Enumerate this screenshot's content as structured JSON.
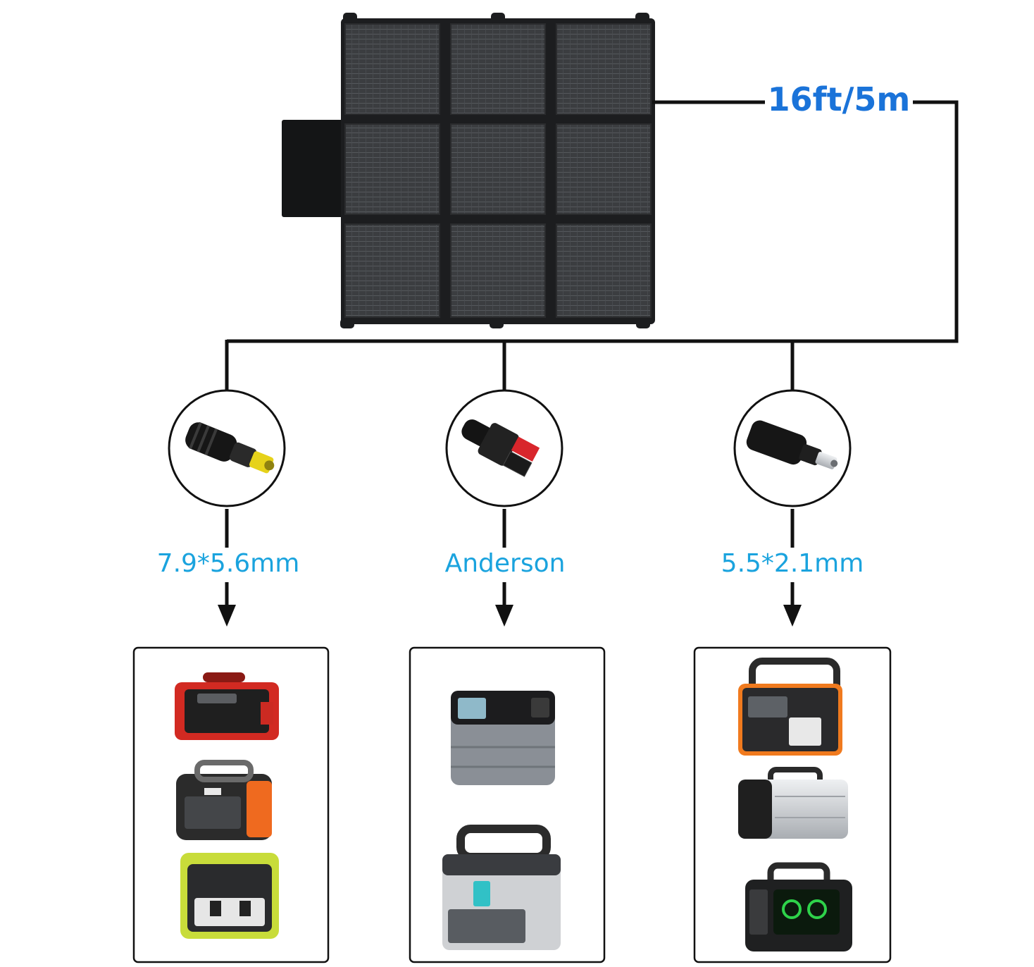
{
  "cable": {
    "length_label": "16ft/5m",
    "line_color": "#111111",
    "label_color": "#1a73d9"
  },
  "connectors": [
    {
      "label": "7.9*5.6mm",
      "icon": "dc-barrel-plug-7.9mm-icon",
      "tip_color": "#e6d21a"
    },
    {
      "label": "Anderson",
      "icon": "anderson-connector-icon",
      "accent_colors": [
        "#d8262c",
        "#1a1a1a"
      ]
    },
    {
      "label": "5.5*2.1mm",
      "icon": "dc-barrel-plug-5.5mm-icon",
      "tip_color": "#d9d9d9"
    }
  ],
  "connector_label_color": "#1aa3de",
  "device_groups": [
    {
      "devices": [
        {
          "icon": "power-station-red-icon",
          "accent": "#d22a22"
        },
        {
          "icon": "power-station-orange-icon",
          "accent": "#ef6a1f"
        },
        {
          "icon": "power-station-yellow-icon",
          "accent": "#c8dc3a"
        }
      ]
    },
    {
      "devices": [
        {
          "icon": "power-station-silver-icon",
          "accent": "#8a8f96"
        },
        {
          "icon": "power-station-grey-handle-icon",
          "accent": "#5a5f66"
        }
      ]
    },
    {
      "devices": [
        {
          "icon": "power-station-orange-trim-icon",
          "accent": "#f07a1e"
        },
        {
          "icon": "power-station-aluminum-icon",
          "accent": "#cfd2d6"
        },
        {
          "icon": "power-station-green-display-icon",
          "accent": "#2ed24a"
        }
      ]
    }
  ],
  "panel": {
    "icon": "foldable-solar-panel-icon",
    "cell_color": "#3b3d40",
    "frame_color": "#1c1d1f"
  }
}
